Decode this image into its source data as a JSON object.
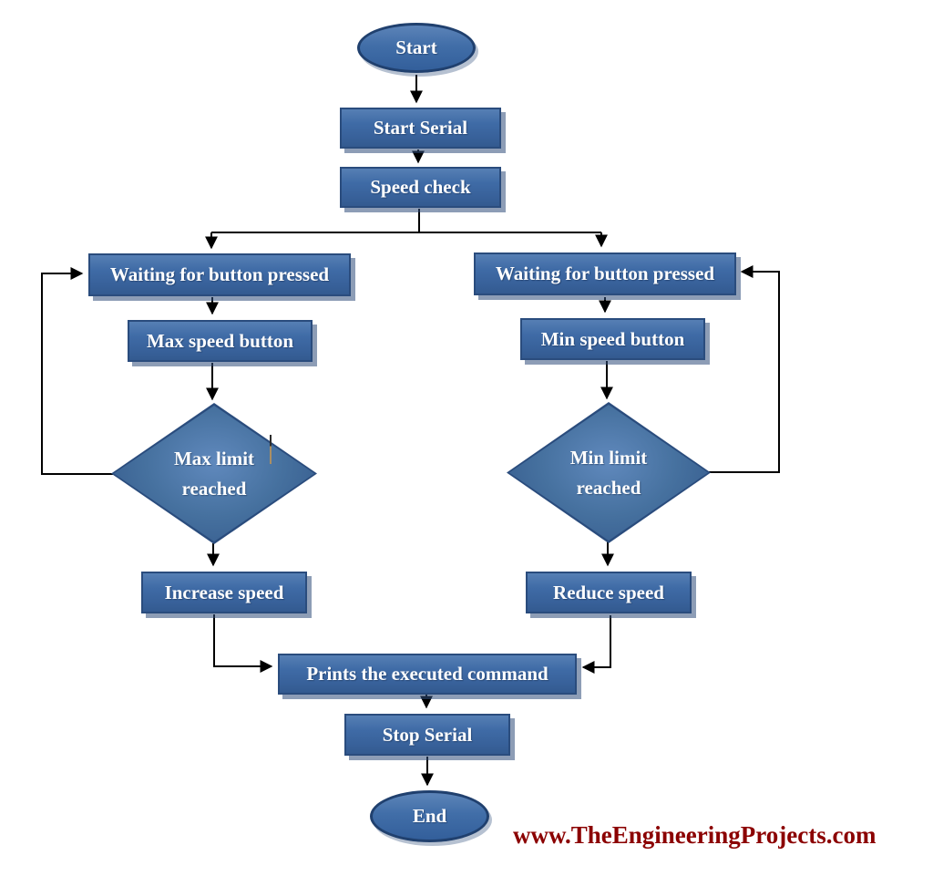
{
  "diagram": {
    "nodes": {
      "start": {
        "label": "Start",
        "shape": "ellipse"
      },
      "start_serial": {
        "label": "Start Serial",
        "shape": "rect"
      },
      "speed_check": {
        "label": "Speed check",
        "shape": "rect"
      },
      "waiting_left": {
        "label": "Waiting for button pressed",
        "shape": "rect"
      },
      "max_speed_button": {
        "label": "Max speed button",
        "shape": "rect"
      },
      "max_limit": {
        "line1": "Max limit",
        "line2": "reached",
        "shape": "diamond"
      },
      "increase_speed": {
        "label": "Increase speed",
        "shape": "rect"
      },
      "waiting_right": {
        "label": "Waiting for button pressed",
        "shape": "rect"
      },
      "min_speed_button": {
        "label": "Min speed button",
        "shape": "rect"
      },
      "min_limit": {
        "line1": "Min limit",
        "line2": "reached",
        "shape": "diamond"
      },
      "reduce_speed": {
        "label": "Reduce speed",
        "shape": "rect"
      },
      "prints_command": {
        "label": "Prints the executed command",
        "shape": "rect"
      },
      "stop_serial": {
        "label": "Stop Serial",
        "shape": "rect"
      },
      "end": {
        "label": "End",
        "shape": "ellipse"
      }
    },
    "edges": [
      {
        "from": "start",
        "to": "start_serial"
      },
      {
        "from": "start_serial",
        "to": "speed_check"
      },
      {
        "from": "speed_check",
        "to": "waiting_left"
      },
      {
        "from": "speed_check",
        "to": "waiting_right"
      },
      {
        "from": "waiting_left",
        "to": "max_speed_button"
      },
      {
        "from": "max_speed_button",
        "to": "max_limit"
      },
      {
        "from": "max_limit",
        "to": "increase_speed"
      },
      {
        "from": "max_limit",
        "to": "waiting_left",
        "note": "loop back"
      },
      {
        "from": "increase_speed",
        "to": "prints_command"
      },
      {
        "from": "waiting_right",
        "to": "min_speed_button"
      },
      {
        "from": "min_speed_button",
        "to": "min_limit"
      },
      {
        "from": "min_limit",
        "to": "reduce_speed"
      },
      {
        "from": "min_limit",
        "to": "waiting_right",
        "note": "loop back"
      },
      {
        "from": "reduce_speed",
        "to": "prints_command"
      },
      {
        "from": "prints_command",
        "to": "stop_serial"
      },
      {
        "from": "stop_serial",
        "to": "end"
      }
    ],
    "watermark": "www.TheEngineeringProjects.com",
    "colors": {
      "node_fill": "#3f6ba6",
      "node_border": "#2a4c7d",
      "node_text": "#ffffff",
      "connector": "#000000",
      "watermark": "#8b0000",
      "background": "#ffffff"
    }
  }
}
